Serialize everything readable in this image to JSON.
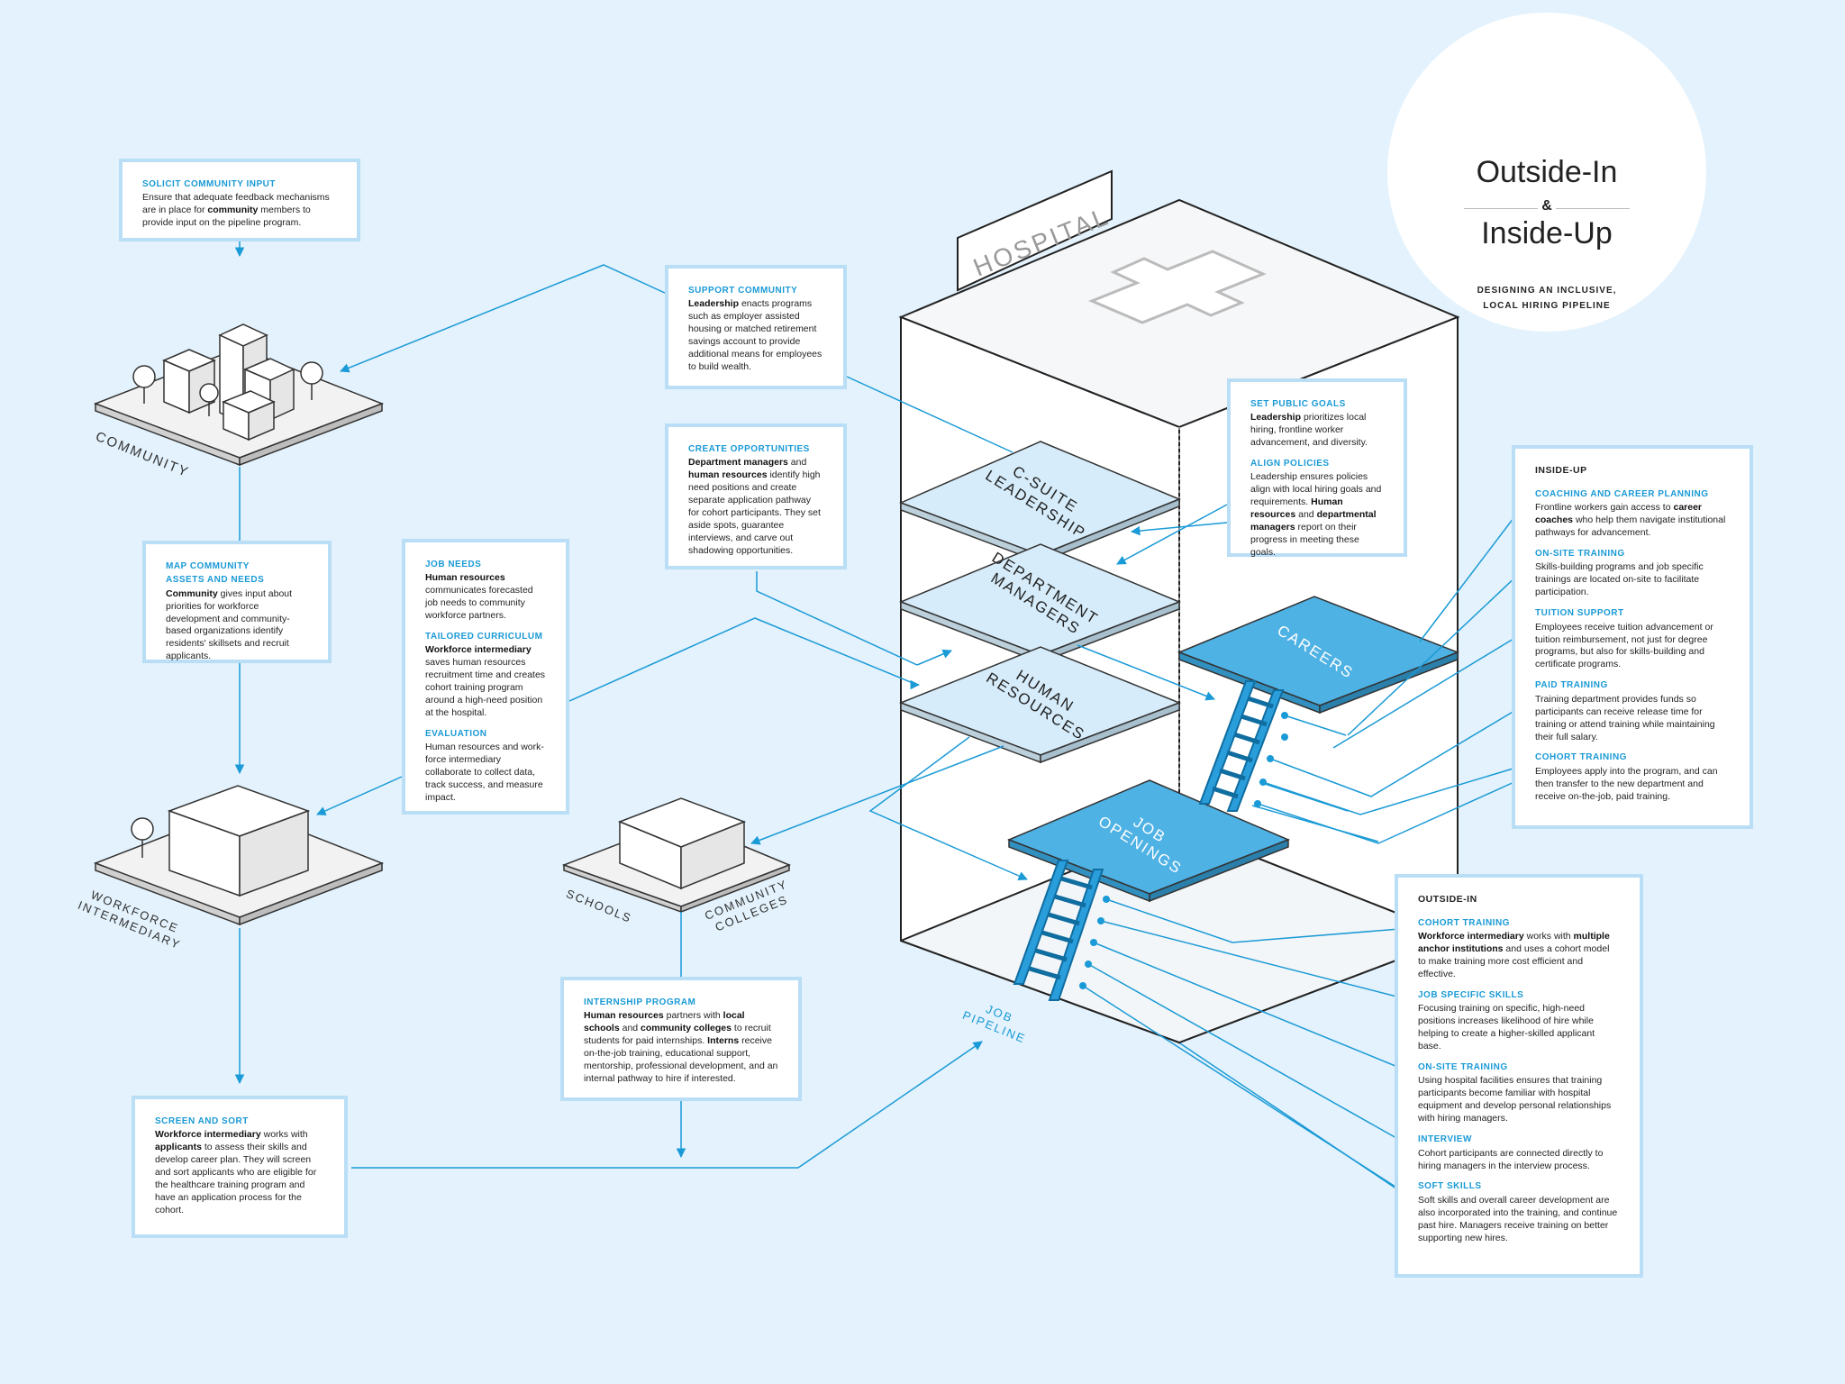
{
  "title": {
    "line1": "Outside-In",
    "amp": "&",
    "line2": "Inside-Up",
    "subtitle_line1": "DESIGNING AN INCLUSIVE,",
    "subtitle_line2": "LOCAL HIRING PIPELINE"
  },
  "labels": {
    "hospital": "HOSPITAL",
    "community": "COMMUNITY",
    "workforce_line1": "WORKFORCE",
    "workforce_line2": "INTERMEDIARY",
    "schools": "SCHOOLS",
    "cc_line1": "COMMUNITY",
    "cc_line2": "COLLEGES",
    "job_pipeline_line1": "JOB",
    "job_pipeline_line2": "PIPELINE",
    "csuite_line1": "C-SUITE",
    "csuite_line2": "LEADERSHIP",
    "dept_line1": "DEPARTMENT",
    "dept_line2": "MANAGERS",
    "hr_line1": "HUMAN",
    "hr_line2": "RESOURCES",
    "careers": "CAREERS",
    "jobs_line1": "JOB",
    "jobs_line2": "OPENINGS"
  },
  "solicit": {
    "heading": "SOLICIT COMMUNITY INPUT",
    "t1": "Ensure that adequate feedback mechanisms are in place for ",
    "b1": "community",
    "t2": " members to provide input on the pipeline program."
  },
  "support": {
    "heading": "SUPPORT COMMUNITY",
    "b1": "Leadership",
    "t1": " enacts programs such as employer assisted housing or matched retirement savings account to provide additional means for employees to build wealth."
  },
  "create": {
    "heading": "CREATE OPPORTUNITIES",
    "b1": "Department managers",
    "t1": " and ",
    "b2": "human resources",
    "t2": " identify high need positions and create separate application pathway for cohort participants. They set aside spots, guarantee interviews, and carve out shadowing opportunities."
  },
  "map": {
    "heading1": "MAP COMMUNITY",
    "heading2": "ASSETS AND NEEDS",
    "b1": "Community",
    "t1": " gives input about priorities for workforce development and community-based organizations identify residents' skillsets and recruit applicants."
  },
  "jobneeds": {
    "heading": "JOB NEEDS",
    "b1": "Human resources",
    "t1": " communicates forecasted job needs to community workforce partners.",
    "heading2": "TAILORED CURRICULUM",
    "b2": "Workforce intermediary",
    "t2": " saves human resources recruitment time and creates cohort training program around a high-need position at the hospital.",
    "heading3": "EVALUATION",
    "t3": "Human resources and work-force intermediary collaborate to collect data, track success, and measure impact."
  },
  "goals": {
    "heading": "SET PUBLIC GOALS",
    "b1": "Leadership",
    "t1": " prioritizes local hiring, frontline worker advancement, and diversity.",
    "heading2": "ALIGN POLICIES",
    "t2": "Leadership ensures policies align with local hiring goals and requirements. ",
    "b2": "Human resources",
    "t3": " and ",
    "b3": "departmental managers",
    "t4": " report on their progress in meeting these goals."
  },
  "insideup": {
    "title": "INSIDE-UP",
    "h1": "COACHING AND CAREER PLANNING",
    "t1a": "Frontline workers gain access to ",
    "b1": "career coaches",
    "t1b": " who help them navigate institutional pathways for advancement.",
    "h2": "ON-SITE TRAINING",
    "t2": "Skills-building programs and job specific trainings are located on-site to facilitate participation.",
    "h3": "TUITION SUPPORT",
    "t3": "Employees receive tuition advancement or tuition reimbursement, not just for degree programs, but also for skills-building and certificate programs.",
    "h4": "PAID TRAINING",
    "t4": "Training department provides funds so participants can receive release time for training or attend training while maintaining their full salary.",
    "h5": "COHORT TRAINING",
    "t5": "Employees apply into the program, and can then transfer to the new department and receive on-the-job, paid training."
  },
  "internship": {
    "heading": "INTERNSHIP PROGRAM",
    "b1": "Human resources",
    "t1": " partners with ",
    "b2": "local schools",
    "t2": " and ",
    "b3": "community colleges",
    "t3": " to recruit students for paid internships. ",
    "b4": "Interns",
    "t4": " receive on-the-job training, educational support, mentorship, professional development, and an internal pathway to hire if interested."
  },
  "screen": {
    "heading": "SCREEN AND SORT",
    "b1": "Workforce intermediary",
    "t1": " works with ",
    "b2": "applicants",
    "t2": " to assess their skills and develop career plan. They will screen and sort applicants who are eligible for the healthcare training program and have an application process for the cohort."
  },
  "outsidein": {
    "title": "OUTSIDE-IN",
    "h1": "COHORT TRAINING",
    "b1": "Workforce intermediary",
    "t1a": " works with ",
    "b1b": "multiple anchor institutions",
    "t1b": " and uses a cohort model to make training more cost efficient and effective.",
    "h2": "JOB SPECIFIC SKILLS",
    "t2": "Focusing training on specific, high-need positions increases likelihood of hire while helping to create a higher-skilled applicant base.",
    "h3": "ON-SITE TRAINING",
    "t3": "Using hospital facilities ensures that training participants become familiar with hospital equipment and develop personal relationships with hiring managers.",
    "h4": "INTERVIEW",
    "t4": "Cohort participants are connected directly to hiring managers in the interview process.",
    "h5": "SOFT SKILLS",
    "t5": "Soft skills and overall career development are also incorporated into the training, and continue past hire. Managers receive training on better supporting new hires."
  },
  "colors": {
    "accent": "#1a9ad6",
    "background": "#e3f2fc",
    "box_border": "#b9def5",
    "plane": "#d6ecfa",
    "plane_dark": "#4fb2e4"
  }
}
